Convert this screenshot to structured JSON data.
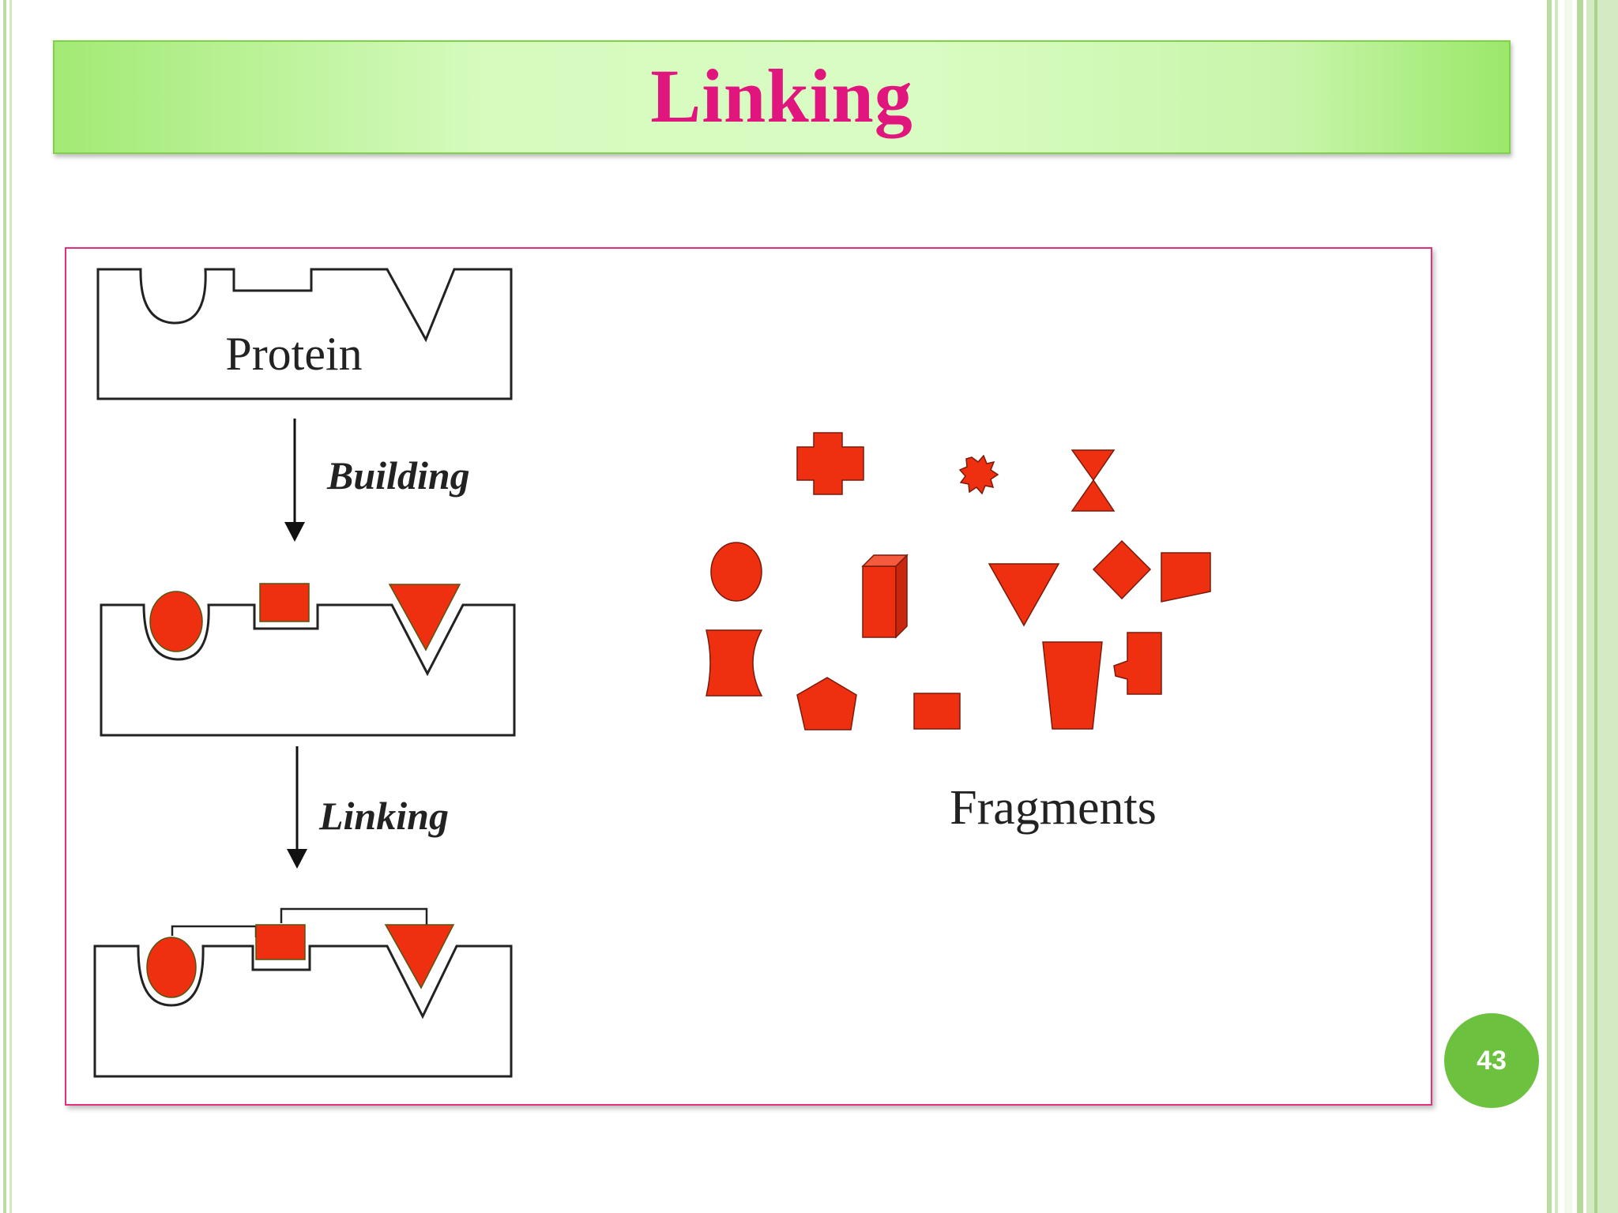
{
  "slide": {
    "title": "Linking",
    "page_number": "43"
  },
  "diagram": {
    "protein_label": "Protein",
    "step1_label": "Building",
    "step2_label": "Linking",
    "fragments_label": "Fragments"
  },
  "colors": {
    "title_text": "#e0157e",
    "fragment_fill": "#ee3010",
    "frame_border": "#e0307e",
    "badge": "#6cc23f"
  }
}
